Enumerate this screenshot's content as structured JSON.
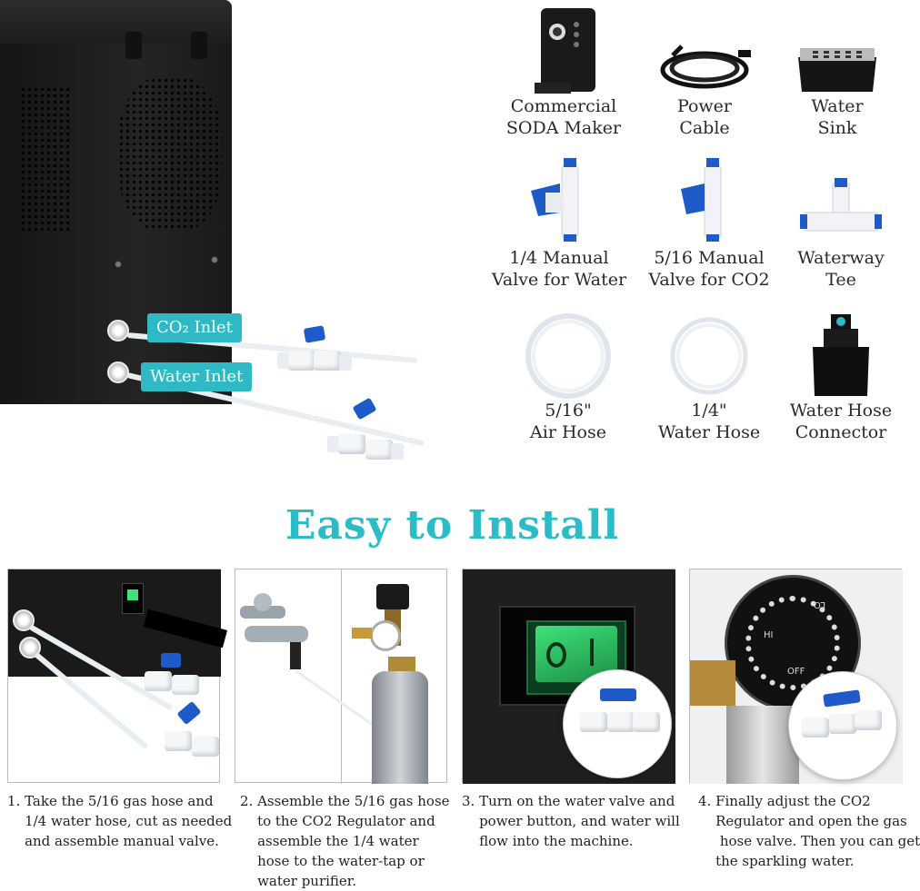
{
  "inlets": {
    "co2": "CO₂ Inlet",
    "water": "Water Inlet"
  },
  "accessories": [
    {
      "label": "Commercial\nSODA Maker",
      "icon": "soda-maker-icon"
    },
    {
      "label": "Power\nCable",
      "icon": "power-cable-icon"
    },
    {
      "label": "Water\nSink",
      "icon": "drip-tray-icon"
    },
    {
      "label": "1/4 Manual\nValve for Water",
      "icon": "valve-icon"
    },
    {
      "label": "5/16 Manual\nValve for CO2",
      "icon": "valve-icon"
    },
    {
      "label": "Waterway\nTee",
      "icon": "tee-fitting-icon"
    },
    {
      "label": "5/16\"\nAir Hose",
      "icon": "hose-coil-icon"
    },
    {
      "label": "1/4\"\nWater Hose",
      "icon": "hose-coil-icon"
    },
    {
      "label": "Water Hose\nConnector",
      "icon": "hose-connector-icon"
    }
  ],
  "heading": "Easy to Install",
  "steps": [
    {
      "text": "1. Take the 5/16 gas hose and\n    1/4 water hose, cut as needed\n    and assemble manual valve."
    },
    {
      "text": "2. Assemble the 5/16 gas hose\n    to the CO2 Regulator and\n    assemble the 1/4 water\n    hose to the water-tap or\n    water purifier."
    },
    {
      "text": "3. Turn on the water valve and\n    power button, and water will\n    flow into the machine."
    },
    {
      "text": "4. Finally adjust the CO2\n    Regulator and open the gas\n     hose valve. Then you can get\n    the sparkling water."
    }
  ],
  "knob": {
    "hi": "HI",
    "lo": "LO",
    "off": "OFF"
  },
  "colors": {
    "accent": "#2bbdc7",
    "valve_blue": "#1e5ac8",
    "machine": "#1c1c1c",
    "switch_green": "#3ee27a"
  }
}
